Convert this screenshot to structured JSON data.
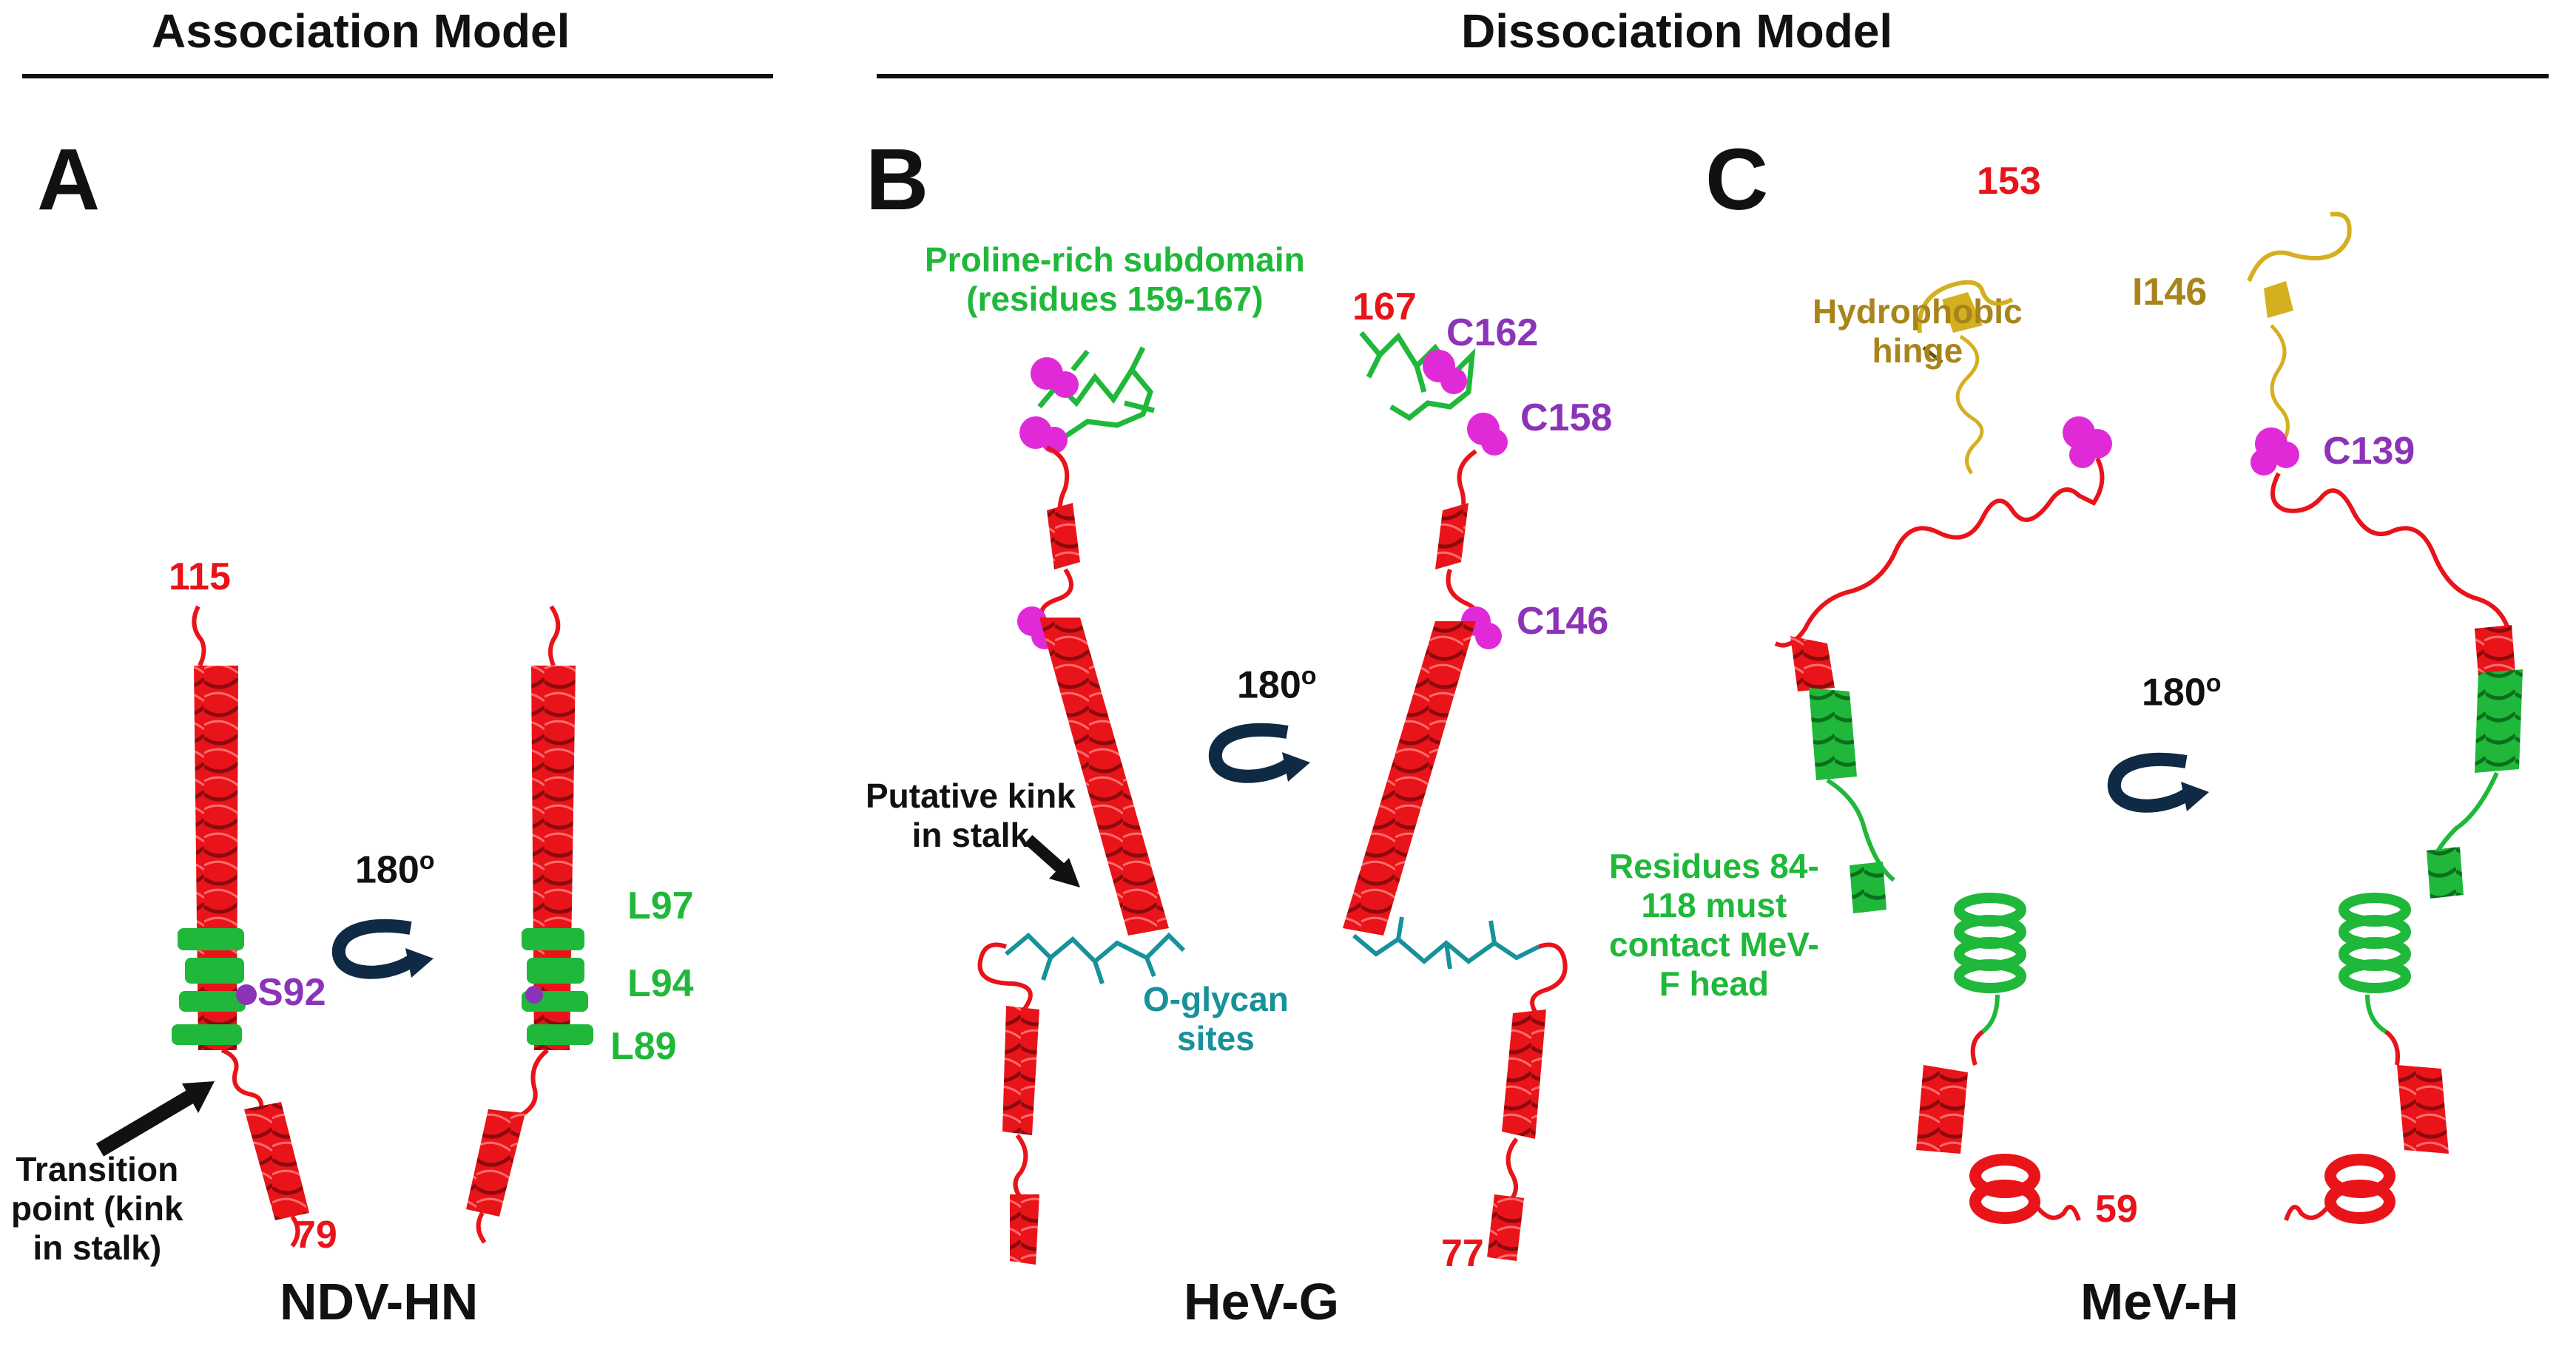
{
  "headers": {
    "association": "Association Model",
    "dissociation": "Dissociation Model"
  },
  "panels": {
    "a": {
      "letter": "A",
      "name": "NDV-HN",
      "res_top": "115",
      "res_bottom": "79",
      "rotation": "180",
      "rotation_sup": "o",
      "residues": {
        "s92": "S92",
        "l97": "L97",
        "l94": "L94",
        "l89": "L89"
      },
      "transition_label": "Transition\npoint (kink\nin stalk)"
    },
    "b": {
      "letter": "B",
      "name": "HeV-G",
      "res_top": "167",
      "res_bottom": "77",
      "rotation": "180",
      "rotation_sup": "o",
      "residues": {
        "c162": "C162",
        "c158": "C158",
        "c146": "C146"
      },
      "proline_label": "Proline-rich subdomain\n(residues 159-167)",
      "kink_label": "Putative kink\nin stalk",
      "oglycan_label": "O-glycan\nsites"
    },
    "c": {
      "letter": "C",
      "name": "MeV-H",
      "res_top": "153",
      "res_bottom": "59",
      "rotation": "180",
      "rotation_sup": "o",
      "residues": {
        "i146": "I146",
        "c139": "C139"
      },
      "hinge_label": "Hydrophobic\nhinge",
      "contact_label": "Residues 84-\n118 must\ncontact MeV-\nF head"
    }
  },
  "colors": {
    "helix": "#e8141a",
    "green": "#1fb83a",
    "magenta": "#e02ad8",
    "teal": "#17919a",
    "gold": "#d4b021",
    "arrow": "#0f2a45"
  }
}
